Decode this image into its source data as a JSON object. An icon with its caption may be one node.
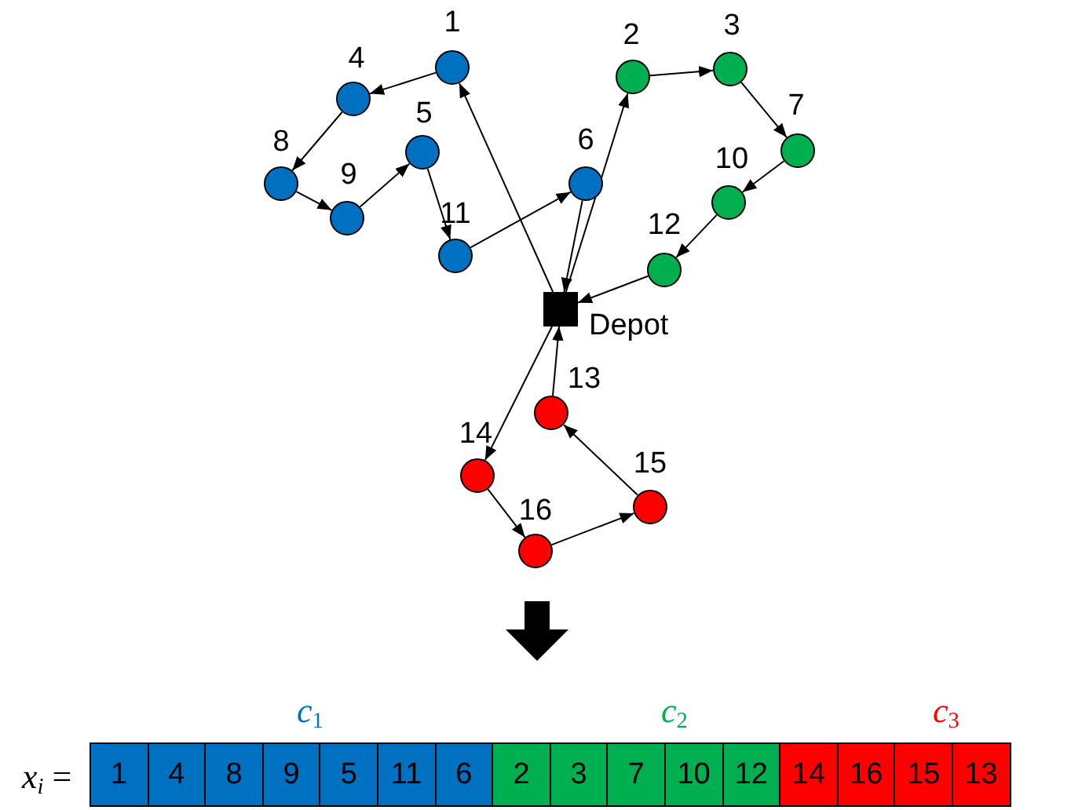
{
  "diagram": {
    "nodes": [
      {
        "text": [],
        "shape": "circle",
        "beside": [
          "1"
        ]
      },
      {
        "text": [],
        "shape": "circle",
        "beside": [
          "2"
        ]
      },
      {
        "text": [],
        "shape": "circle",
        "beside": [
          "3"
        ]
      },
      {
        "text": [],
        "shape": "circle",
        "beside": [
          "4"
        ]
      },
      {
        "text": [],
        "shape": "circle",
        "beside": [
          "5"
        ]
      },
      {
        "text": [],
        "shape": "circle",
        "beside": [
          "6"
        ]
      },
      {
        "text": [],
        "shape": "circle",
        "beside": [
          "7"
        ]
      },
      {
        "text": [],
        "shape": "circle",
        "beside": [
          "8"
        ]
      },
      {
        "text": [],
        "shape": "circle",
        "beside": [
          "9"
        ]
      },
      {
        "text": [],
        "shape": "circle",
        "beside": [
          "10"
        ]
      },
      {
        "text": [],
        "shape": "circle",
        "beside": [
          "11"
        ]
      },
      {
        "text": [],
        "shape": "circle",
        "beside": [
          "12"
        ]
      },
      {
        "text": [],
        "shape": "circle",
        "beside": [
          "13"
        ]
      },
      {
        "text": [],
        "shape": "circle",
        "beside": [
          "14"
        ]
      },
      {
        "text": [],
        "shape": "circle",
        "beside": [
          "15"
        ]
      },
      {
        "text": [],
        "shape": "circle",
        "beside": [
          "16"
        ]
      },
      {
        "text": [],
        "shape": "box",
        "beside": [
          "Depot"
        ]
      },
      {
        "text": [
          "1"
        ]
      },
      {
        "text": [
          "4"
        ]
      },
      {
        "text": [
          "8"
        ]
      },
      {
        "text": [
          "9"
        ]
      },
      {
        "text": [
          "5"
        ]
      },
      {
        "text": [
          "11"
        ]
      },
      {
        "text": [
          "6"
        ]
      },
      {
        "text": [
          "2"
        ]
      },
      {
        "text": [
          "3"
        ]
      },
      {
        "text": [
          "7"
        ]
      },
      {
        "text": [
          "10"
        ]
      },
      {
        "text": [
          "12"
        ]
      },
      {
        "text": [
          "14"
        ]
      },
      {
        "text": [
          "16"
        ]
      },
      {
        "text": [
          "15"
        ]
      },
      {
        "text": [
          "13"
        ]
      }
    ],
    "edges": [
      {
        "from": 16,
        "to": 0,
        "arrow": "to"
      },
      {
        "from": 0,
        "to": 3,
        "arrow": "to"
      },
      {
        "from": 3,
        "to": 7,
        "arrow": "to"
      },
      {
        "from": 7,
        "to": 8,
        "arrow": "to"
      },
      {
        "from": 8,
        "to": 4,
        "arrow": "to"
      },
      {
        "from": 4,
        "to": 10,
        "arrow": "to"
      },
      {
        "from": 10,
        "to": 5,
        "arrow": "to"
      },
      {
        "from": 5,
        "to": 16,
        "arrow": "to"
      },
      {
        "from": 16,
        "to": 1,
        "arrow": "to"
      },
      {
        "from": 1,
        "to": 2,
        "arrow": "to"
      },
      {
        "from": 2,
        "to": 6,
        "arrow": "to"
      },
      {
        "from": 6,
        "to": 9,
        "arrow": "to"
      },
      {
        "from": 9,
        "to": 11,
        "arrow": "to"
      },
      {
        "from": 11,
        "to": 16,
        "arrow": "to"
      },
      {
        "from": 16,
        "to": 13,
        "arrow": "to"
      },
      {
        "from": 13,
        "to": 15,
        "arrow": "to"
      },
      {
        "from": 15,
        "to": 14,
        "arrow": "to"
      },
      {
        "from": 14,
        "to": 12,
        "arrow": "to"
      },
      {
        "from": 12,
        "to": 16,
        "arrow": "to"
      }
    ],
    "labels": [
      "c$_{1}$",
      "c$_{2}$",
      "c$_{3}$",
      "*x*$_{i}$ ="
    ]
  }
}
